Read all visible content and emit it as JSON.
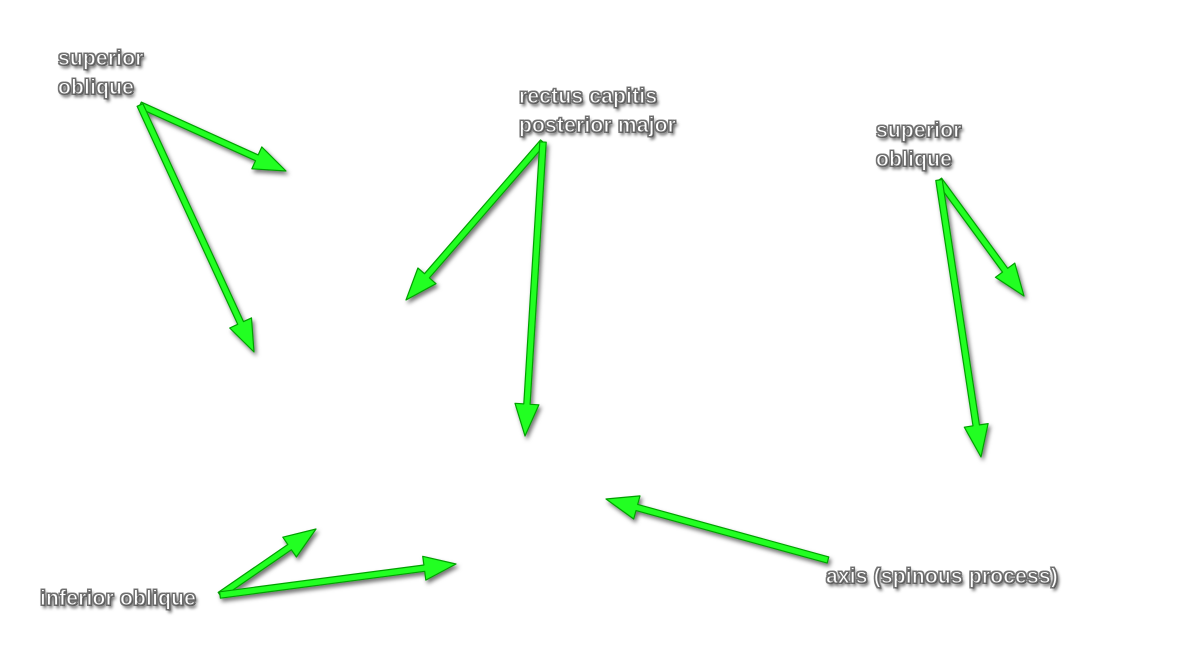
{
  "labels": {
    "superior_oblique_left": {
      "lines": [
        "superior",
        "oblique"
      ]
    },
    "rectus_capitis": {
      "lines": [
        "rectus capitis",
        "posterior major"
      ]
    },
    "superior_oblique_right": {
      "lines": [
        "superior",
        "oblique"
      ]
    },
    "inferior_oblique": {
      "lines": [
        "inferior oblique"
      ]
    },
    "axis": {
      "lines": [
        "axis (spinous process)"
      ]
    }
  },
  "colors": {
    "arrow": "#22ff22",
    "arrow_outline": "#00a000",
    "label_text": "#ffffff",
    "background": "#ffffff"
  }
}
